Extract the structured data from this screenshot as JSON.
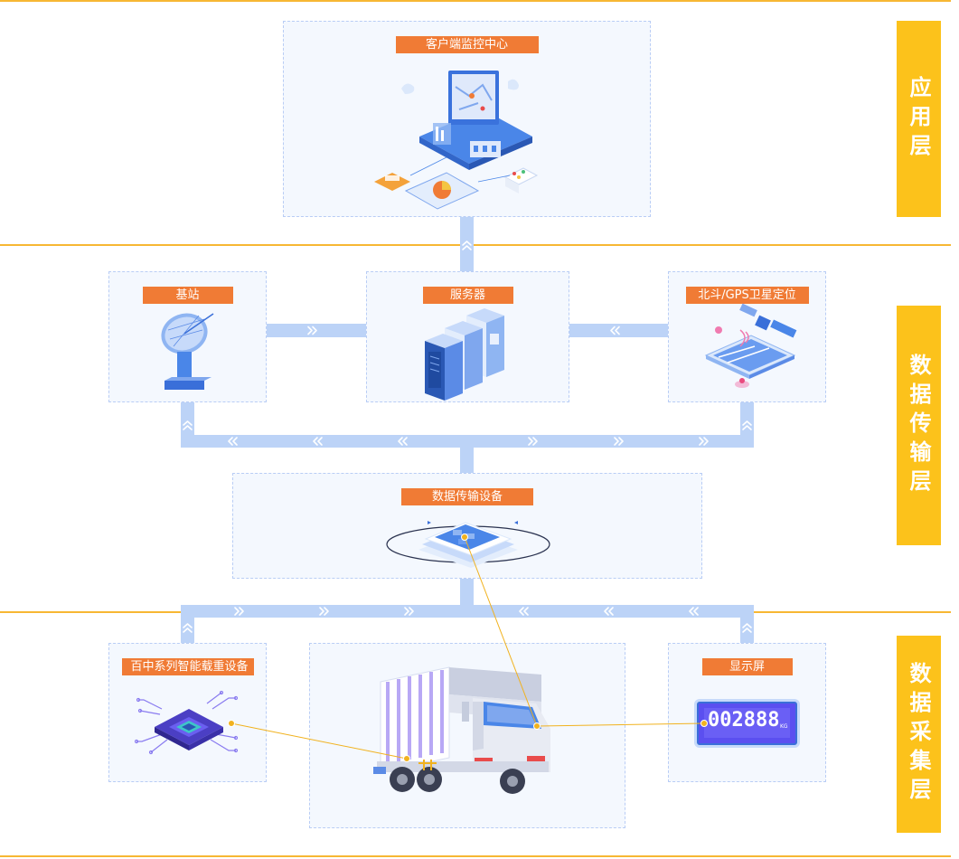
{
  "layers": {
    "application": "应用层",
    "transmission": "数据传输层",
    "collection": "数据采集层"
  },
  "nodes": {
    "client_center": "客户端监控中心",
    "base_station": "基站",
    "server": "服务器",
    "beidou_gps": "北斗/GPS卫星定位",
    "transmission_device": "数据传输设备",
    "load_device": "百中系列智能载重设备",
    "display": "显示屏"
  },
  "display_readout": {
    "main": "002888",
    "unit": "KG"
  },
  "colors": {
    "divider": "#f7b733",
    "layer_label_bg": "#fcc21b",
    "node_tag_bg": "#f07b35",
    "connector": "#bcd3f7",
    "connector_arrow": "#ffffff",
    "box_border": "#b9cdf5",
    "box_bg": "#f4f8fe",
    "callout_line": "#f1b21f"
  }
}
